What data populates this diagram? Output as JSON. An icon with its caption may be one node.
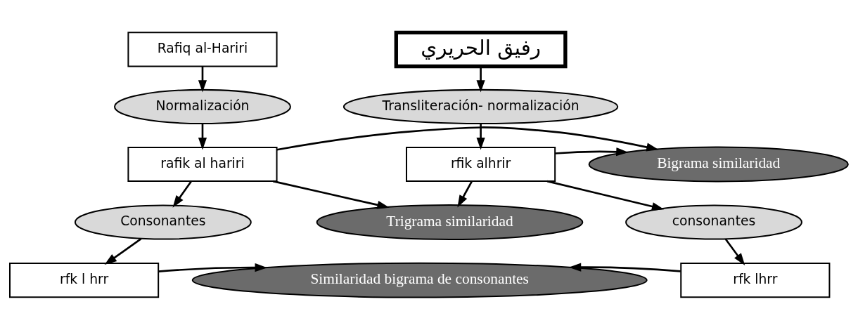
{
  "diagram": {
    "nodes": [
      {
        "text": [
          "Rafiq al-Hariri"
        ]
      },
      {
        "text": [
          "رفيق الحريري"
        ]
      },
      {
        "text": [
          "Normalización"
        ]
      },
      {
        "text": [
          "Transliteración- normalización"
        ]
      },
      {
        "text": [
          "Bigrama similaridad"
        ]
      },
      {
        "text": [
          "rafik al hariri"
        ]
      },
      {
        "text": [
          "rfik alhrir"
        ]
      },
      {
        "text": [
          "Trigrama similaridad"
        ]
      },
      {
        "text": [
          "Consonantes"
        ]
      },
      {
        "text": [
          "consonantes"
        ]
      },
      {
        "text": [
          "rfk l hrr"
        ]
      },
      {
        "text": [
          "Similaridad bigrama de consonantes"
        ]
      },
      {
        "text": [
          "rfk lhrr"
        ]
      }
    ],
    "edges": [
      {
        "from": 0,
        "to": 2,
        "arrow": "to"
      },
      {
        "from": 2,
        "to": 5,
        "arrow": "to"
      },
      {
        "from": 5,
        "to": 8,
        "arrow": "to"
      },
      {
        "from": 8,
        "to": 10,
        "arrow": "to"
      },
      {
        "from": 1,
        "to": 3,
        "arrow": "to"
      },
      {
        "from": 3,
        "to": 6,
        "arrow": "to"
      },
      {
        "from": 6,
        "to": 9,
        "arrow": "to"
      },
      {
        "from": 9,
        "to": 12,
        "arrow": "to"
      },
      {
        "from": 5,
        "to": 4,
        "arrow": "to"
      },
      {
        "from": 5,
        "to": 7,
        "arrow": "to"
      },
      {
        "from": 6,
        "to": 4,
        "arrow": "to"
      },
      {
        "from": 6,
        "to": 7,
        "arrow": "to"
      },
      {
        "from": 10,
        "to": 11,
        "arrow": "to"
      },
      {
        "from": 12,
        "to": 11,
        "arrow": "to"
      }
    ]
  }
}
